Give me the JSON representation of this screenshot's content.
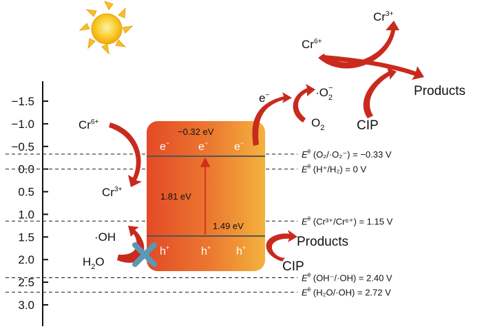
{
  "axis": {
    "ticks": [
      "-1.5",
      "-1.0",
      "-0.5",
      "0.0",
      "0.5",
      "1.0",
      "1.5",
      "2.0",
      "2.5",
      "3.0"
    ],
    "tick_values": [
      -1.5,
      -1.0,
      -0.5,
      0.0,
      0.5,
      1.0,
      1.5,
      2.0,
      2.5,
      3.0
    ]
  },
  "band": {
    "cb_potential": "−0.32 eV",
    "bandgap": "1.81 eV",
    "vb_potential": "1.49 eV",
    "electron": "e",
    "electron_sup": "−",
    "hole": "h",
    "hole_sup": "+"
  },
  "reference_levels": [
    {
      "value": -0.33,
      "label_main": "E",
      "label_rest": "  (O",
      "html": "(O₂/·O₂⁻) = −0.33 V"
    },
    {
      "value": 0.0,
      "html": "(H⁺/H₂) = 0 V"
    },
    {
      "value": 1.15,
      "html": "(Cr³⁺/Cr⁶⁺) = 1.15 V"
    },
    {
      "value": 2.4,
      "html": "(OH⁻/·OH) = 2.40 V"
    },
    {
      "value": 2.72,
      "html": "(H₂O/·OH) = 2.72 V"
    }
  ],
  "ref_prefix": "E",
  "ref_prefix_sup": "θ",
  "species": {
    "cr6_left": "Cr",
    "cr6_left_sup": "6+",
    "cr3_left": "Cr",
    "cr3_left_sup": "3+",
    "oh_radical": "·OH",
    "h2o": "H",
    "h2o_sub": "2",
    "h2o_end": "O",
    "cr6_top": "Cr",
    "cr6_top_sup": "6+",
    "cr3_top": "Cr",
    "cr3_top_sup": "3+",
    "superoxide": "·O",
    "superoxide_sub": "2",
    "superoxide_sup": "−",
    "electron_top": "e",
    "electron_top_sup": "−",
    "o2": "O",
    "o2_sub": "2",
    "cip_top": "CIP",
    "products_top": "Products",
    "products_bottom": "Products",
    "cip_bottom": "CIP"
  },
  "colors": {
    "band_left": "#e8542a",
    "band_right": "#f1a43a",
    "arrow": "#c0241b",
    "sun": "#f7c21b",
    "cross": "#5d9bb8"
  }
}
